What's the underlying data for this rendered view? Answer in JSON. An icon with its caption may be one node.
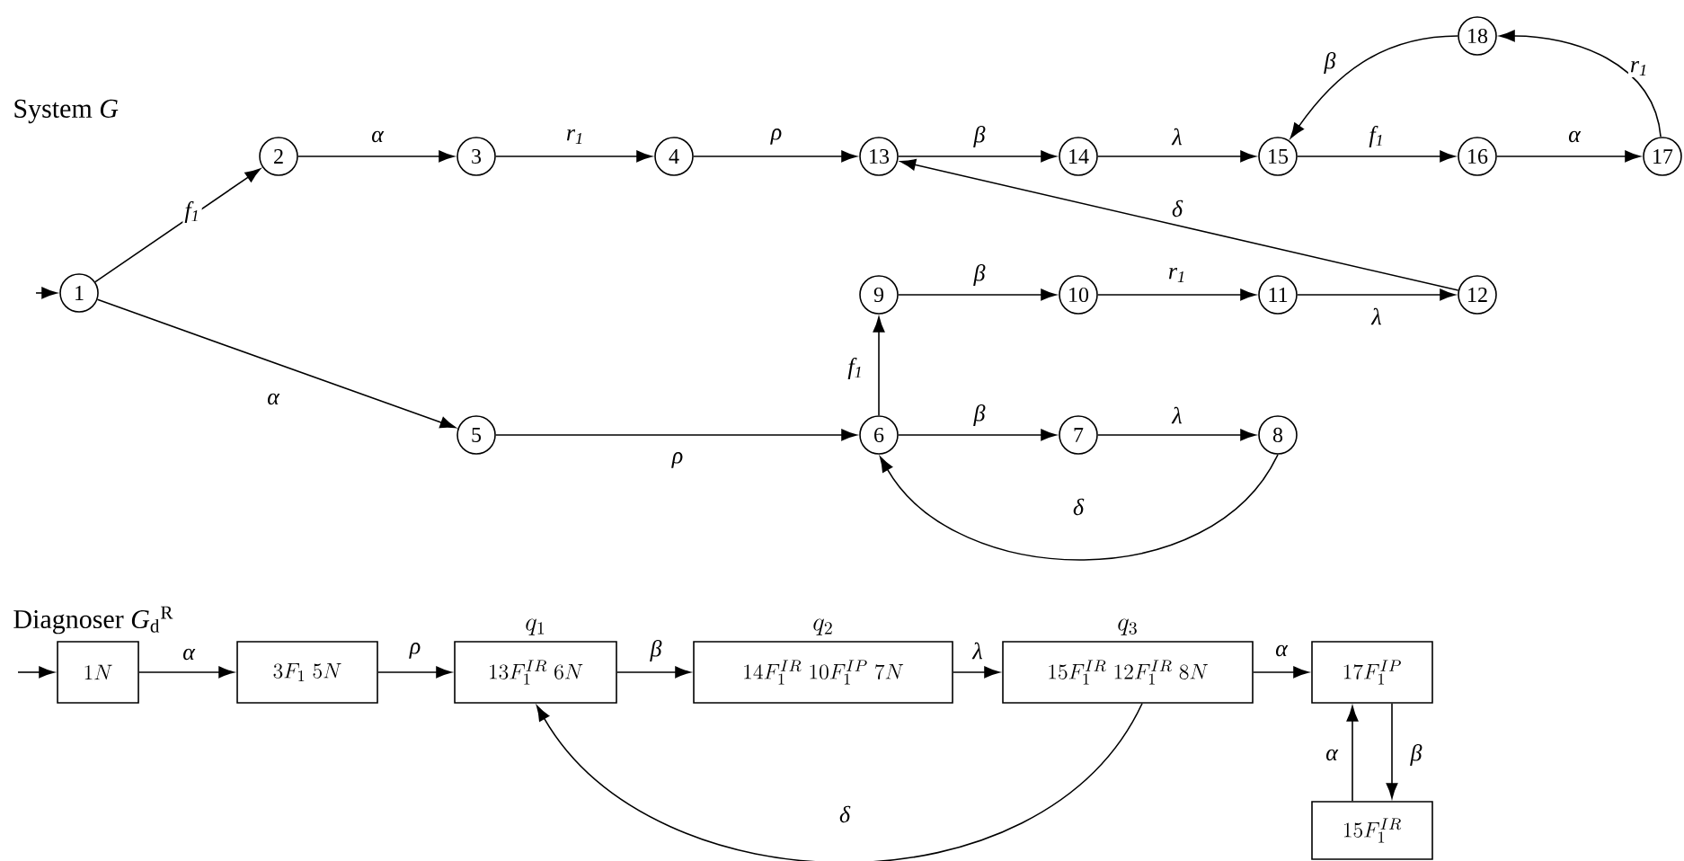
{
  "diagram": {
    "nodes": [
      {
        "text": [
          "1"
        ]
      },
      {
        "text": [
          "2"
        ]
      },
      {
        "text": [
          "3"
        ]
      },
      {
        "text": [
          "4"
        ]
      },
      {
        "text": [
          "5"
        ]
      },
      {
        "text": [
          "6"
        ]
      },
      {
        "text": [
          "7"
        ]
      },
      {
        "text": [
          "8"
        ]
      },
      {
        "text": [
          "9"
        ]
      },
      {
        "text": [
          "10"
        ]
      },
      {
        "text": [
          "11"
        ]
      },
      {
        "text": [
          "12"
        ]
      },
      {
        "text": [
          "13"
        ]
      },
      {
        "text": [
          "14"
        ]
      },
      {
        "text": [
          "15"
        ]
      },
      {
        "text": [
          "16"
        ]
      },
      {
        "text": [
          "17"
        ]
      },
      {
        "text": [
          "18"
        ]
      },
      {
        "text": [
          "1N"
        ]
      },
      {
        "text": [
          "3F_1\\;5N"
        ]
      },
      {
        "text": [
          "13F_1^{IR}\\;6N"
        ],
        "beside": [
          "q_1"
        ]
      },
      {
        "text": [
          "14F_1^{IR}\\;10F_1^{IP}\\;7N"
        ],
        "beside": [
          "q_2"
        ]
      },
      {
        "text": [
          "15F_1^{IR}\\;12F_1^{IR}\\;8N"
        ],
        "beside": [
          "q_3"
        ]
      },
      {
        "text": [
          "17F_1^{IP}"
        ]
      },
      {
        "text": [
          "15F_1^{IR}"
        ]
      }
    ],
    "edges": [
      {
        "from": null,
        "to": 0,
        "arrow": "to"
      },
      {
        "from": 0,
        "to": 1,
        "arrow": "to",
        "label": "f$_{1}$"
      },
      {
        "from": 1,
        "to": 2,
        "arrow": "to",
        "label": "α"
      },
      {
        "from": 2,
        "to": 3,
        "arrow": "to",
        "label": "r$_{1}$"
      },
      {
        "from": 3,
        "to": 12,
        "arrow": "to",
        "label": "ρ"
      },
      {
        "from": 12,
        "to": 13,
        "arrow": "to",
        "label": "β"
      },
      {
        "from": 13,
        "to": 14,
        "arrow": "to",
        "label": "λ"
      },
      {
        "from": 14,
        "to": 15,
        "arrow": "to",
        "label": "f$_{1}$"
      },
      {
        "from": 15,
        "to": 16,
        "arrow": "to",
        "label": "α"
      },
      {
        "from": 16,
        "to": 17,
        "arrow": "to",
        "label": "r$_{1}$"
      },
      {
        "from": 17,
        "to": 14,
        "arrow": "to",
        "label": "β"
      },
      {
        "from": 11,
        "to": 12,
        "arrow": "to",
        "label": "δ"
      },
      {
        "from": 8,
        "to": 9,
        "arrow": "to",
        "label": "β"
      },
      {
        "from": 9,
        "to": 10,
        "arrow": "to",
        "label": "r$_{1}$"
      },
      {
        "from": 10,
        "to": 11,
        "arrow": "to",
        "label": "λ"
      },
      {
        "from": 0,
        "to": 4,
        "arrow": "to",
        "label": "α"
      },
      {
        "from": 4,
        "to": 5,
        "arrow": "to",
        "label": "ρ"
      },
      {
        "from": 5,
        "to": 8,
        "arrow": "to",
        "label": "f$_{1}$"
      },
      {
        "from": 5,
        "to": 6,
        "arrow": "to",
        "label": "β"
      },
      {
        "from": 6,
        "to": 7,
        "arrow": "to",
        "label": "λ"
      },
      {
        "from": 7,
        "to": 5,
        "arrow": "to",
        "label": "δ"
      },
      {
        "from": null,
        "to": 18,
        "arrow": "to"
      },
      {
        "from": 18,
        "to": 19,
        "arrow": "to",
        "label": "α"
      },
      {
        "from": 19,
        "to": 20,
        "arrow": "to",
        "label": "ρ"
      },
      {
        "from": 20,
        "to": 21,
        "arrow": "to",
        "label": "β"
      },
      {
        "from": 21,
        "to": 22,
        "arrow": "to",
        "label": "λ"
      },
      {
        "from": 22,
        "to": 23,
        "arrow": "to",
        "label": "α"
      },
      {
        "from": 22,
        "to": 20,
        "arrow": "to",
        "label": "δ"
      },
      {
        "from": 24,
        "to": 23,
        "arrow": "to",
        "label": "α"
      },
      {
        "from": 23,
        "to": 24,
        "arrow": "to",
        "label": "β"
      }
    ],
    "labels": [
      "System *G*",
      "Diagnoser *G*$_{d}$$^{R}$"
    ]
  }
}
